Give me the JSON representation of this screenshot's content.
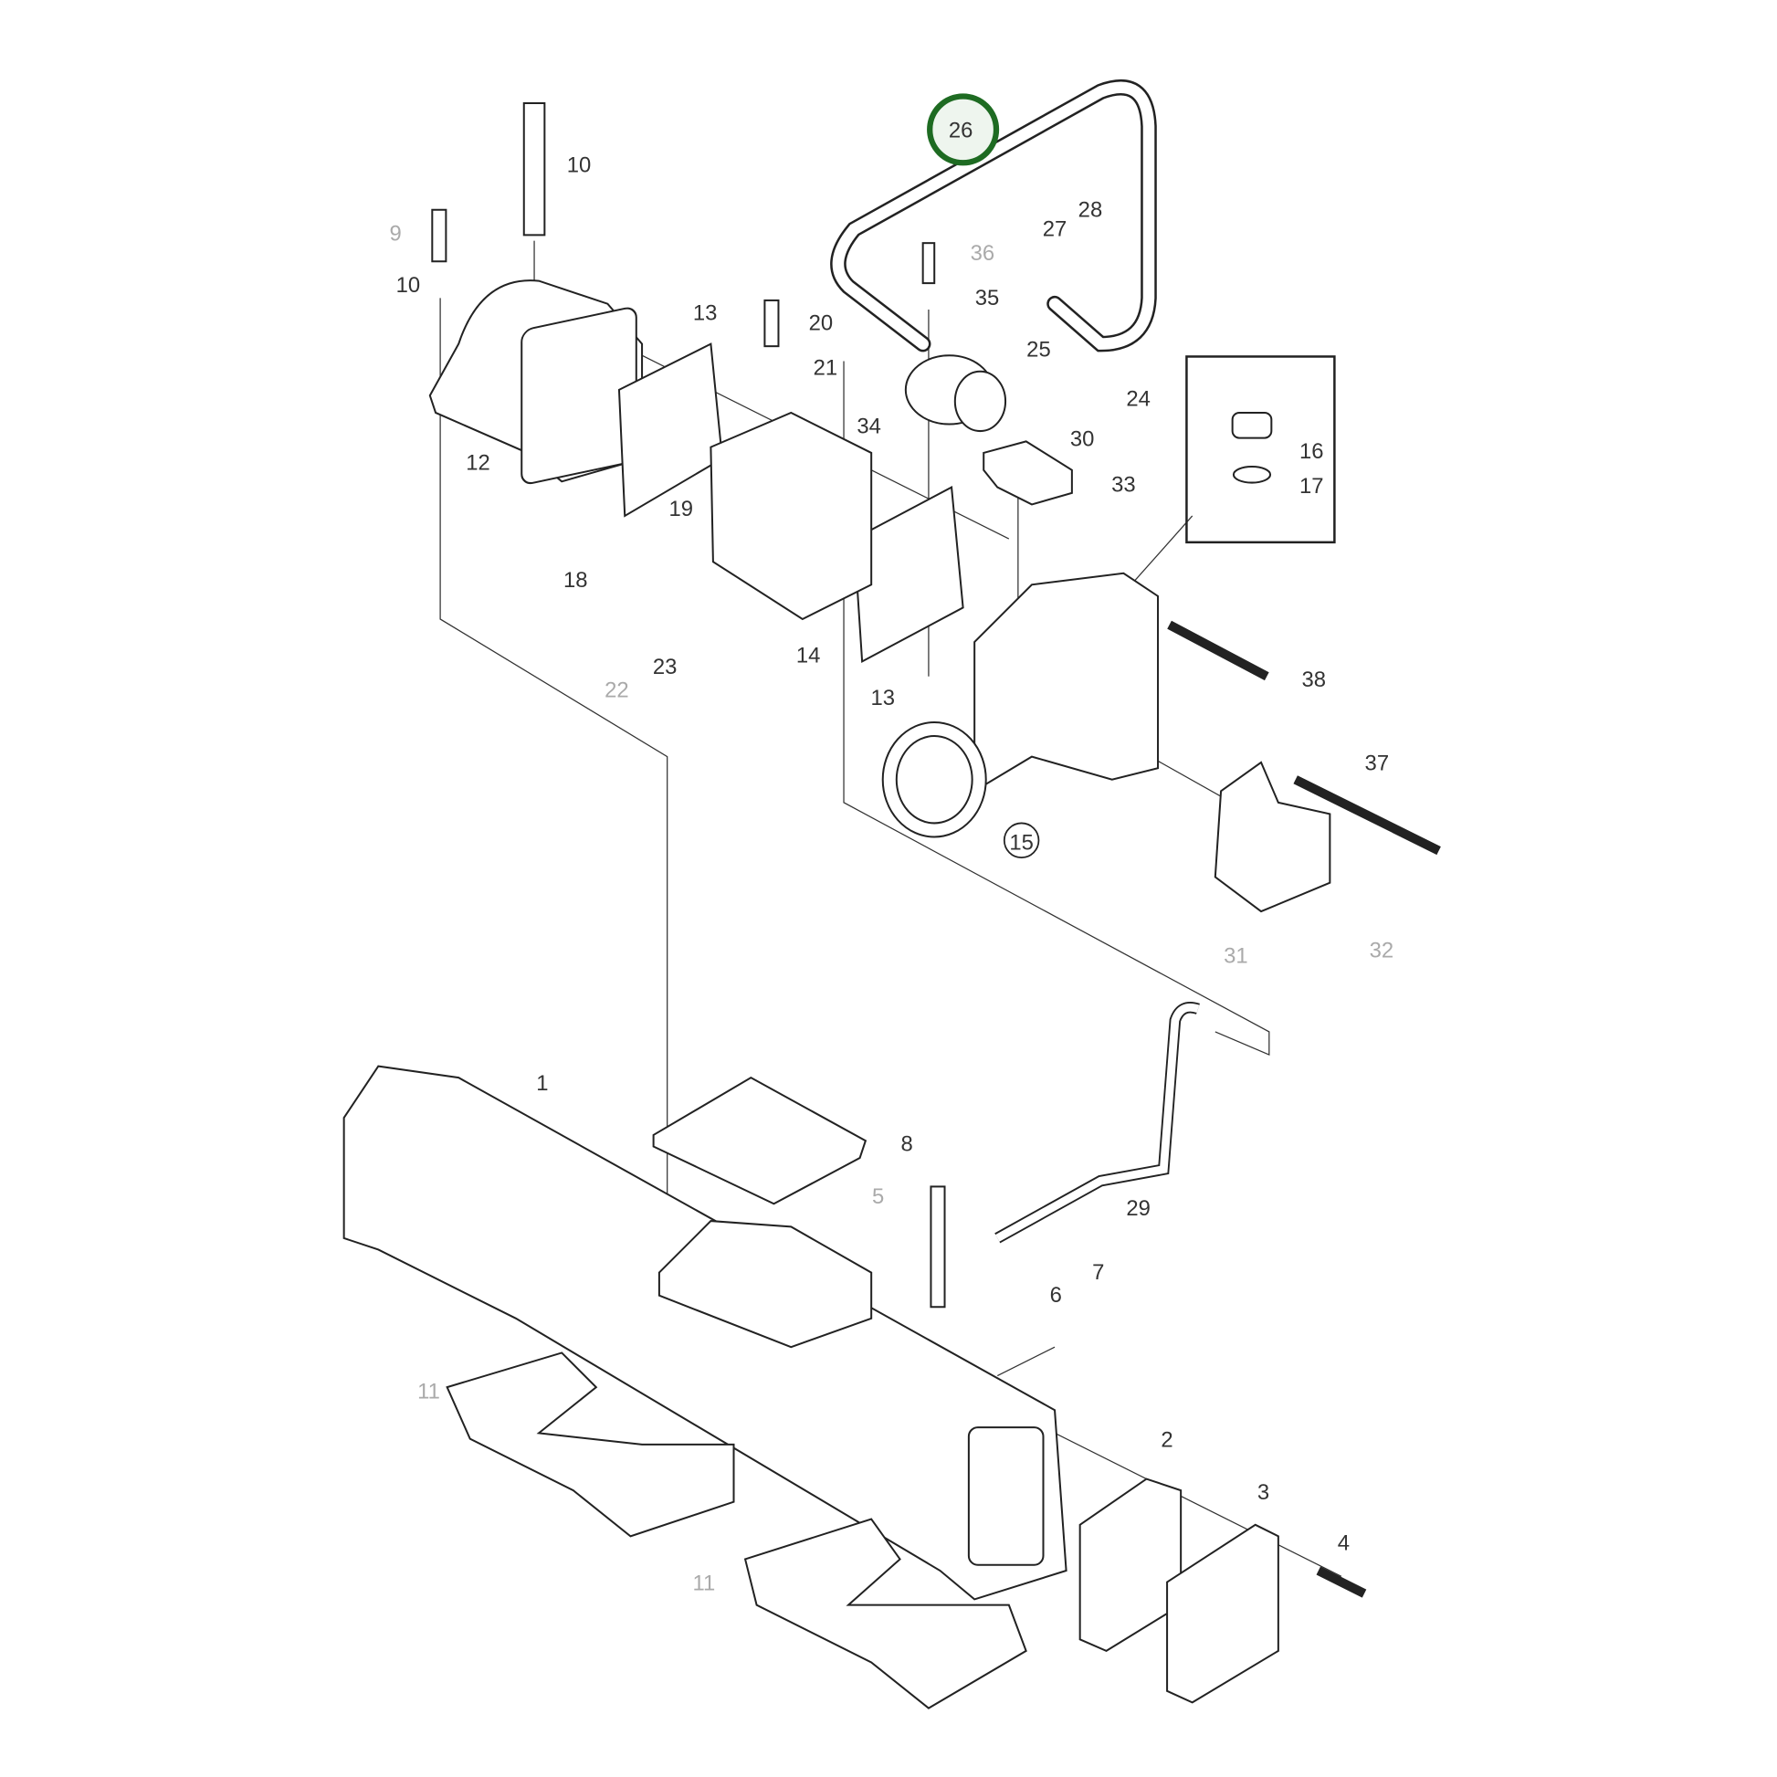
{
  "diagram": {
    "highlight_color": "#1e6b22",
    "highlighted_part": "26",
    "labels": [
      {
        "id": "9",
        "gray": true
      },
      {
        "id": "10"
      },
      {
        "id": "10"
      },
      {
        "id": "13"
      },
      {
        "id": "20"
      },
      {
        "id": "21"
      },
      {
        "id": "12"
      },
      {
        "id": "19"
      },
      {
        "id": "18"
      },
      {
        "id": "14"
      },
      {
        "id": "22",
        "gray": true
      },
      {
        "id": "23"
      },
      {
        "id": "13"
      },
      {
        "id": "34"
      },
      {
        "id": "36",
        "gray": true
      },
      {
        "id": "35"
      },
      {
        "id": "27"
      },
      {
        "id": "28"
      },
      {
        "id": "25"
      },
      {
        "id": "24"
      },
      {
        "id": "30"
      },
      {
        "id": "33"
      },
      {
        "id": "16"
      },
      {
        "id": "17"
      },
      {
        "id": "38"
      },
      {
        "id": "15"
      },
      {
        "id": "37"
      },
      {
        "id": "31",
        "gray": true
      },
      {
        "id": "32",
        "gray": true
      },
      {
        "id": "1"
      },
      {
        "id": "8"
      },
      {
        "id": "5",
        "gray": true
      },
      {
        "id": "29"
      },
      {
        "id": "6"
      },
      {
        "id": "7"
      },
      {
        "id": "11",
        "gray": true
      },
      {
        "id": "11",
        "gray": true
      },
      {
        "id": "2"
      },
      {
        "id": "3"
      },
      {
        "id": "4"
      },
      {
        "id": "26"
      }
    ]
  }
}
